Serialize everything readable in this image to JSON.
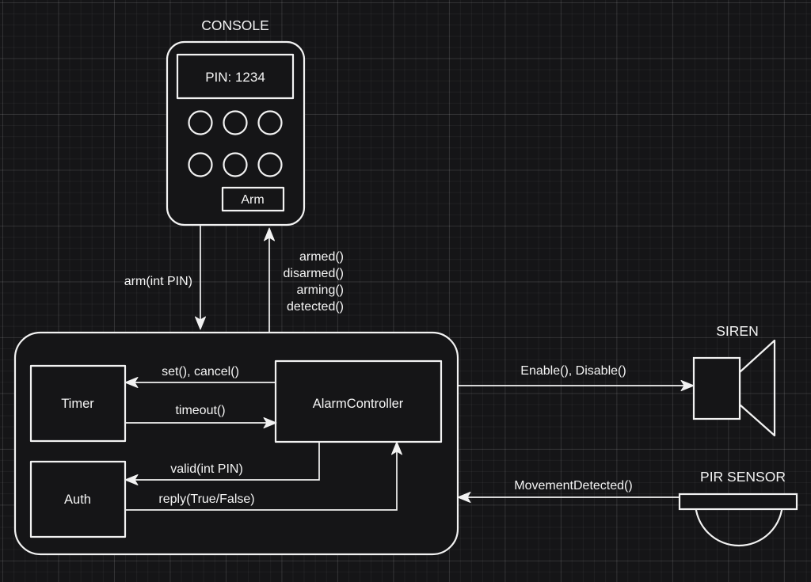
{
  "diagram": {
    "title_console": "CONSOLE",
    "title_siren": "SIREN",
    "title_pir": "PIR SENSOR"
  },
  "console": {
    "label": "CONSOLE",
    "display_value": "PIN: 1234",
    "arm_button_label": "Arm",
    "keypad_buttons": [
      "",
      "",
      "",
      "",
      "",
      ""
    ]
  },
  "controller_group": {
    "blocks": [
      {
        "id": "timer",
        "label": "Timer"
      },
      {
        "id": "auth",
        "label": "Auth"
      },
      {
        "id": "alarm_controller",
        "label": "AlarmController"
      }
    ]
  },
  "devices": [
    {
      "id": "siren",
      "label": "SIREN"
    },
    {
      "id": "pir_sensor",
      "label": "PIR SENSOR"
    }
  ],
  "edges": [
    {
      "id": "arm",
      "label": "arm(int PIN)",
      "from": "console",
      "to": "controller_group"
    },
    {
      "id": "events",
      "label": "armed()\ndisarmed()\narming()\ndetected()",
      "from": "controller_group",
      "to": "console"
    },
    {
      "id": "set_cancel",
      "label": "set(), cancel()",
      "from": "alarm_controller",
      "to": "timer"
    },
    {
      "id": "timeout",
      "label": "timeout()",
      "from": "timer",
      "to": "alarm_controller"
    },
    {
      "id": "valid",
      "label": "valid(int PIN)",
      "from": "alarm_controller",
      "to": "auth"
    },
    {
      "id": "reply",
      "label": "reply(True/False)",
      "from": "auth",
      "to": "alarm_controller"
    },
    {
      "id": "enable_disable",
      "label": "Enable(), Disable()",
      "from": "controller_group",
      "to": "siren"
    },
    {
      "id": "movement",
      "label": "MovementDetected()",
      "from": "pir_sensor",
      "to": "controller_group"
    }
  ],
  "edge_labels": {
    "arm": "arm(int PIN)",
    "events_1": "armed()",
    "events_2": "disarmed()",
    "events_3": "arming()",
    "events_4": "detected()",
    "set_cancel": "set(), cancel()",
    "timeout": "timeout()",
    "valid": "valid(int PIN)",
    "reply": "reply(True/False)",
    "enable_disable": "Enable(), Disable()",
    "movement": "MovementDetected()"
  },
  "colors": {
    "background": "#151517",
    "stroke": "#f2f2f2",
    "text": "#f4f4f4",
    "grid_minor": "rgba(255,255,255,0.045)",
    "grid_major": "rgba(255,255,255,0.085)"
  }
}
